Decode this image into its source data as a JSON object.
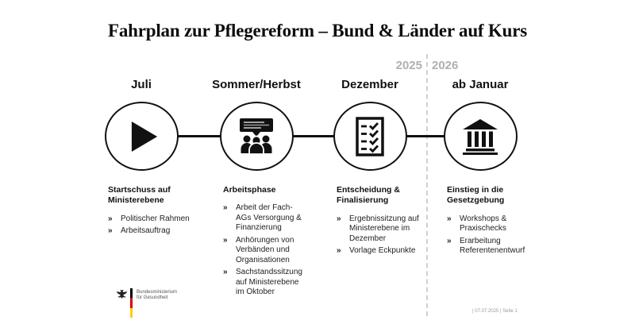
{
  "title": "Fahrplan zur Pflegereform – Bund & Länder auf Kurs",
  "divider": {
    "left_year": "2025",
    "right_year": "2026"
  },
  "bullet_marker": "»",
  "milestones": [
    {
      "month": "Juli",
      "icon": "play-icon",
      "heading": "Startschuss auf Ministerebene",
      "bullets": [
        "Politischer Rahmen",
        "Arbeitsauftrag"
      ]
    },
    {
      "month": "Sommer/Herbst",
      "icon": "meeting-presentation-icon",
      "heading": "Arbeitsphase",
      "bullets": [
        "Arbeit der Fach-AGs Versorgung & Finanzierung",
        "Anhörungen von Verbänden und Organisationen",
        "Sachstandssitzung auf Ministerebene im Oktober"
      ]
    },
    {
      "month": "Dezember",
      "icon": "checklist-icon",
      "heading": "Entscheidung & Finalisierung",
      "bullets": [
        "Ergebnissitzung auf Ministerebene im Dezember",
        "Vorlage Eckpunkte"
      ]
    },
    {
      "month": "ab Januar",
      "icon": "government-building-icon",
      "heading": "Einstieg in die Gesetzgebung",
      "bullets": [
        "Workshops & Praxischecks",
        "Erarbeitung Referentenentwurf"
      ]
    }
  ],
  "footer": {
    "logo_text_line1": "Bundesministerium",
    "logo_text_line2": "für Gesundheit",
    "page_info": "| 07.07.2025 | Seite 1"
  },
  "colors": {
    "ink": "#111111",
    "muted_year_gray": "#b0b0b0",
    "divider_gray": "#cfcfcf",
    "flag_black": "#000000",
    "flag_red": "#dd0000",
    "flag_gold": "#ffce00"
  }
}
